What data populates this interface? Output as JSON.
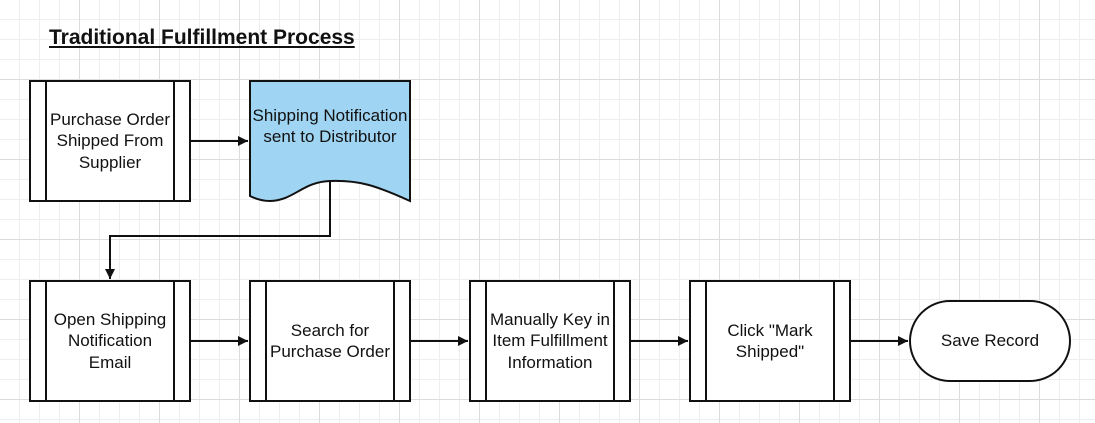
{
  "diagram": {
    "title": "Traditional Fulfillment Process",
    "nodes": {
      "purchase_order_shipped": "Purchase Order Shipped From Supplier",
      "shipping_notification": "Shipping Notification sent to Distributor",
      "open_email": "Open Shipping Notification Email",
      "search_po": "Search for Purchase Order",
      "manual_key": "Manually Key in Item Fulfillment Information",
      "mark_shipped": "Click \"Mark Shipped\"",
      "save_record": "Save Record"
    },
    "colors": {
      "document_fill": "#9fd4f2",
      "stroke": "#111111",
      "grid_major": "#dcdcdc",
      "grid_minor": "#eeeeee"
    }
  }
}
